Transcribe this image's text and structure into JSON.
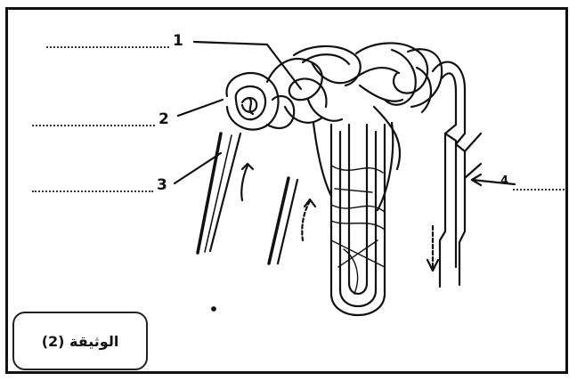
{
  "labels": {
    "one": "1",
    "two": "2",
    "three": "3",
    "four": "4"
  },
  "caption": "الوثيقة (2)",
  "colors": {
    "ink": "#111111",
    "background": "#ffffff"
  }
}
